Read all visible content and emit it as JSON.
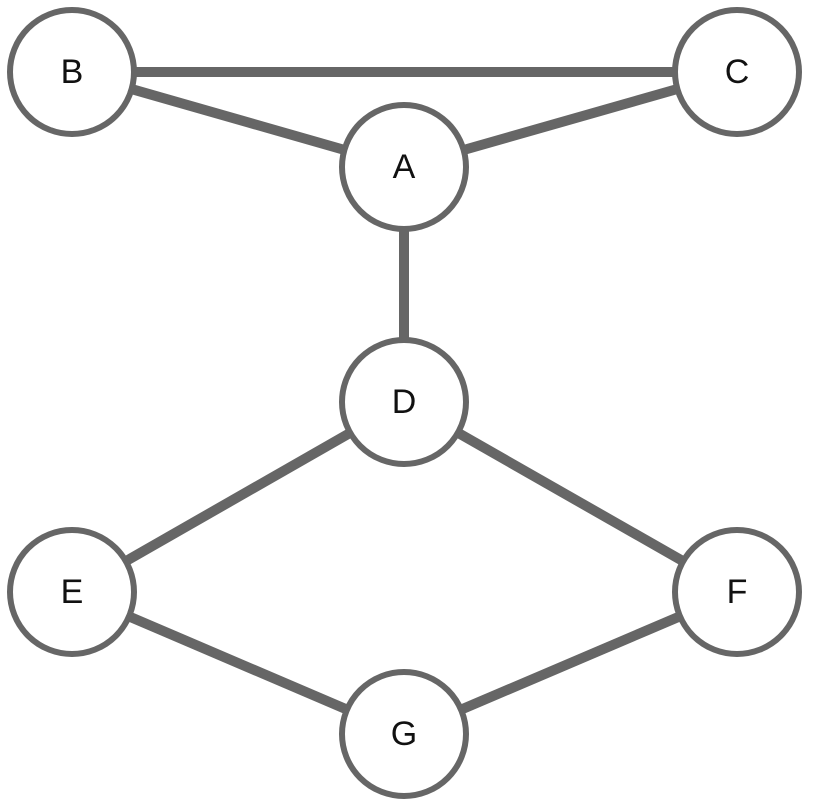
{
  "colors": {
    "stroke": "#666666",
    "label": "#111111",
    "node_fill": "#ffffff"
  },
  "nodes": [
    {
      "id": "A",
      "label": "A"
    },
    {
      "id": "B",
      "label": "B"
    },
    {
      "id": "C",
      "label": "C"
    },
    {
      "id": "D",
      "label": "D"
    },
    {
      "id": "E",
      "label": "E"
    },
    {
      "id": "F",
      "label": "F"
    },
    {
      "id": "G",
      "label": "G"
    }
  ],
  "edges": [
    {
      "from": "B",
      "to": "C"
    },
    {
      "from": "B",
      "to": "A"
    },
    {
      "from": "C",
      "to": "A"
    },
    {
      "from": "A",
      "to": "D"
    },
    {
      "from": "D",
      "to": "E"
    },
    {
      "from": "D",
      "to": "F"
    },
    {
      "from": "E",
      "to": "G"
    },
    {
      "from": "F",
      "to": "G"
    }
  ]
}
